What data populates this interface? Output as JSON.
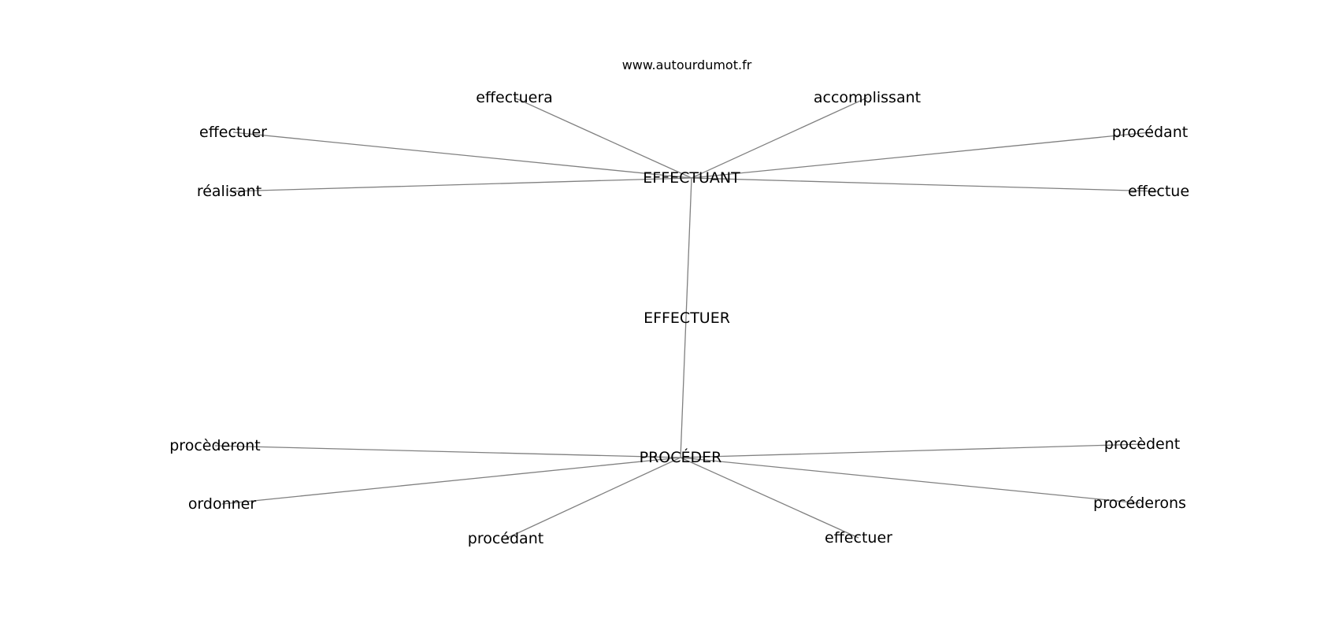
{
  "source": "www.autourdumot.fr",
  "colors": {
    "edge": "#808080",
    "text": "#000000",
    "background": "#ffffff"
  },
  "nodes": [
    {
      "id": "effectuer_center",
      "label": "EFFECTUER"
    },
    {
      "id": "effectuant",
      "label": "EFFECTUANT"
    },
    {
      "id": "proceder",
      "label": "PROCÉDER"
    },
    {
      "id": "effectuera",
      "label": "effectuera"
    },
    {
      "id": "accomplissant",
      "label": "accomplissant"
    },
    {
      "id": "effectuer_a",
      "label": "effectuer"
    },
    {
      "id": "procedant_a",
      "label": "procédant"
    },
    {
      "id": "realisant",
      "label": "réalisant"
    },
    {
      "id": "effectue",
      "label": "effectue"
    },
    {
      "id": "procederont",
      "label": "procèderont"
    },
    {
      "id": "procedent",
      "label": "procèdent"
    },
    {
      "id": "ordonner",
      "label": "ordonner"
    },
    {
      "id": "procederons",
      "label": "procéderons"
    },
    {
      "id": "procedant_b",
      "label": "procédant"
    },
    {
      "id": "effectuer_b",
      "label": "effectuer"
    }
  ],
  "edges": [
    [
      "effectuant",
      "proceder"
    ],
    [
      "effectuant",
      "effectuera"
    ],
    [
      "effectuant",
      "accomplissant"
    ],
    [
      "effectuant",
      "effectuer_a"
    ],
    [
      "effectuant",
      "procedant_a"
    ],
    [
      "effectuant",
      "realisant"
    ],
    [
      "effectuant",
      "effectue"
    ],
    [
      "proceder",
      "procederont"
    ],
    [
      "proceder",
      "procedent"
    ],
    [
      "proceder",
      "ordonner"
    ],
    [
      "proceder",
      "procederons"
    ],
    [
      "proceder",
      "procedant_b"
    ],
    [
      "proceder",
      "effectuer_b"
    ]
  ]
}
